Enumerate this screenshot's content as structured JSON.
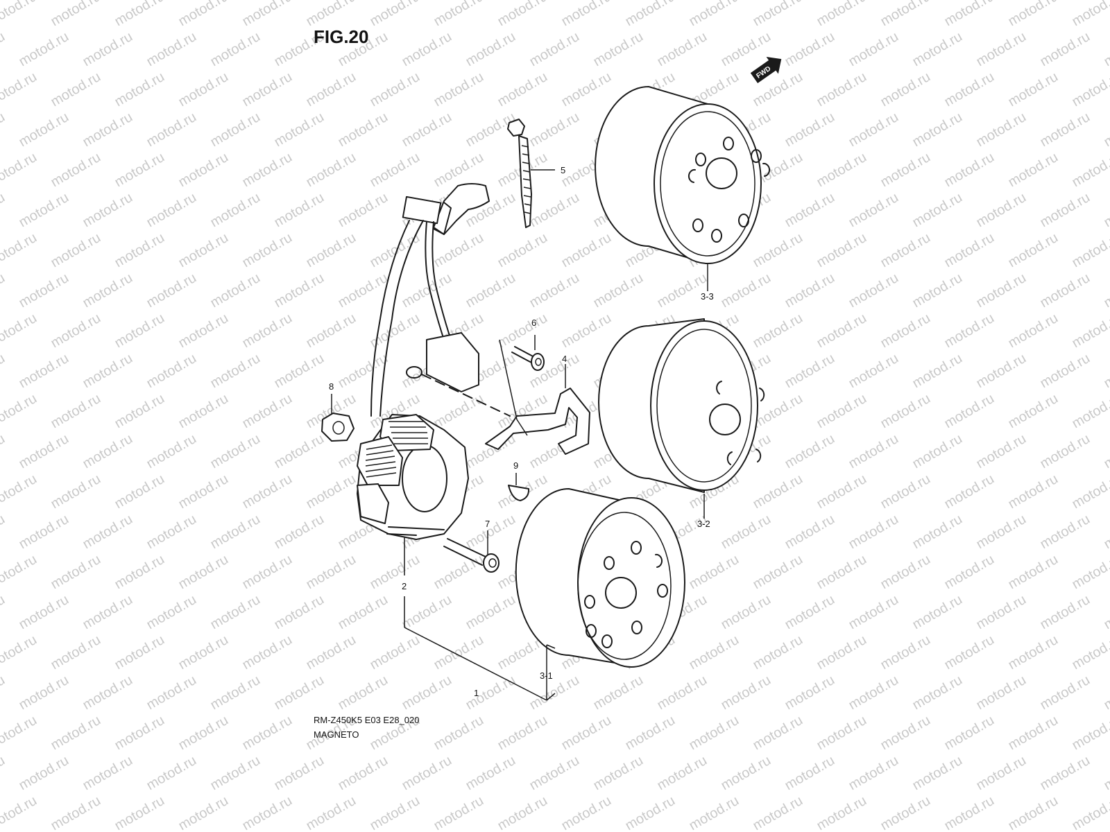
{
  "figure_title": "FIG.20",
  "fwd_label": "FWD",
  "watermark": "motod.ru",
  "footer": {
    "code": "RM-Z450K5 E03 E28_020",
    "name": "MAGNETO"
  },
  "parts": {
    "p1": "1",
    "p2": "2",
    "p3_1": "3-1",
    "p3_2": "3-2",
    "p3_3": "3-3",
    "p4": "4",
    "p5": "5",
    "p6": "6",
    "p7": "7",
    "p8": "8",
    "p9": "9"
  }
}
